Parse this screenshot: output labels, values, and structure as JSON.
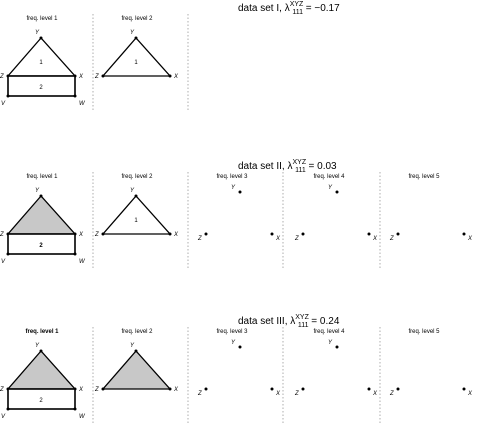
{
  "colors": {
    "shaded": "#c8c8c8",
    "line": "#000000",
    "separator": "#9a9a9a"
  },
  "datasets": [
    {
      "title_prefix": "data set I, ",
      "title_value": " = −0.17",
      "levels": [
        {
          "label": "freq. level 1",
          "bold": false,
          "shape": "triangle+box",
          "vertices": [
            "Y",
            "Z",
            "X",
            "V",
            "W"
          ],
          "triangle_text": "1",
          "box_text": "2",
          "triangle_shaded": false,
          "box_bold": false
        },
        {
          "label": "freq. level 2",
          "bold": false,
          "shape": "triangle",
          "vertices": [
            "Y",
            "Z",
            "X"
          ],
          "triangle_text": "1",
          "triangle_shaded": false
        }
      ]
    },
    {
      "title_prefix": "data set II, ",
      "title_value": " = 0.03",
      "levels": [
        {
          "label": "freq. level 1",
          "bold": false,
          "shape": "triangle+box",
          "vertices": [
            "Y",
            "Z",
            "X",
            "V",
            "W"
          ],
          "triangle_text": "",
          "box_text": "2",
          "triangle_shaded": true,
          "box_bold": true
        },
        {
          "label": "freq. level 2",
          "bold": false,
          "shape": "triangle",
          "vertices": [
            "Y",
            "Z",
            "X"
          ],
          "triangle_text": "1",
          "triangle_shaded": false
        },
        {
          "label": "freq. level 3",
          "bold": false,
          "shape": "points",
          "vertices": [
            "Y",
            "Z",
            "X"
          ]
        },
        {
          "label": "freq. level 4",
          "bold": false,
          "shape": "points",
          "vertices": [
            "Y",
            "Z",
            "X"
          ]
        },
        {
          "label": "freq. level 5",
          "bold": false,
          "shape": "points2",
          "vertices": [
            "Z",
            "X"
          ]
        }
      ]
    },
    {
      "title_prefix": "data set III, ",
      "title_value": " = 0.24",
      "levels": [
        {
          "label": "freq. level 1",
          "bold": true,
          "shape": "triangle+box",
          "vertices": [
            "Y",
            "Z",
            "X",
            "V",
            "W"
          ],
          "triangle_text": "",
          "box_text": "2",
          "triangle_shaded": true,
          "box_bold": false
        },
        {
          "label": "freq. level 2",
          "bold": false,
          "shape": "triangle",
          "vertices": [
            "Y",
            "Z",
            "X"
          ],
          "triangle_text": "",
          "triangle_shaded": true
        },
        {
          "label": "freq. level 3",
          "bold": false,
          "shape": "points",
          "vertices": [
            "Y",
            "Z",
            "X"
          ]
        },
        {
          "label": "freq. level 4",
          "bold": false,
          "shape": "points",
          "vertices": [
            "Y",
            "Z",
            "X"
          ]
        },
        {
          "label": "freq. level 5",
          "bold": false,
          "shape": "points2",
          "vertices": [
            "Z",
            "X"
          ]
        }
      ]
    }
  ],
  "lambda": {
    "symbol": "λ",
    "sup": "XYZ",
    "sub": "111"
  }
}
